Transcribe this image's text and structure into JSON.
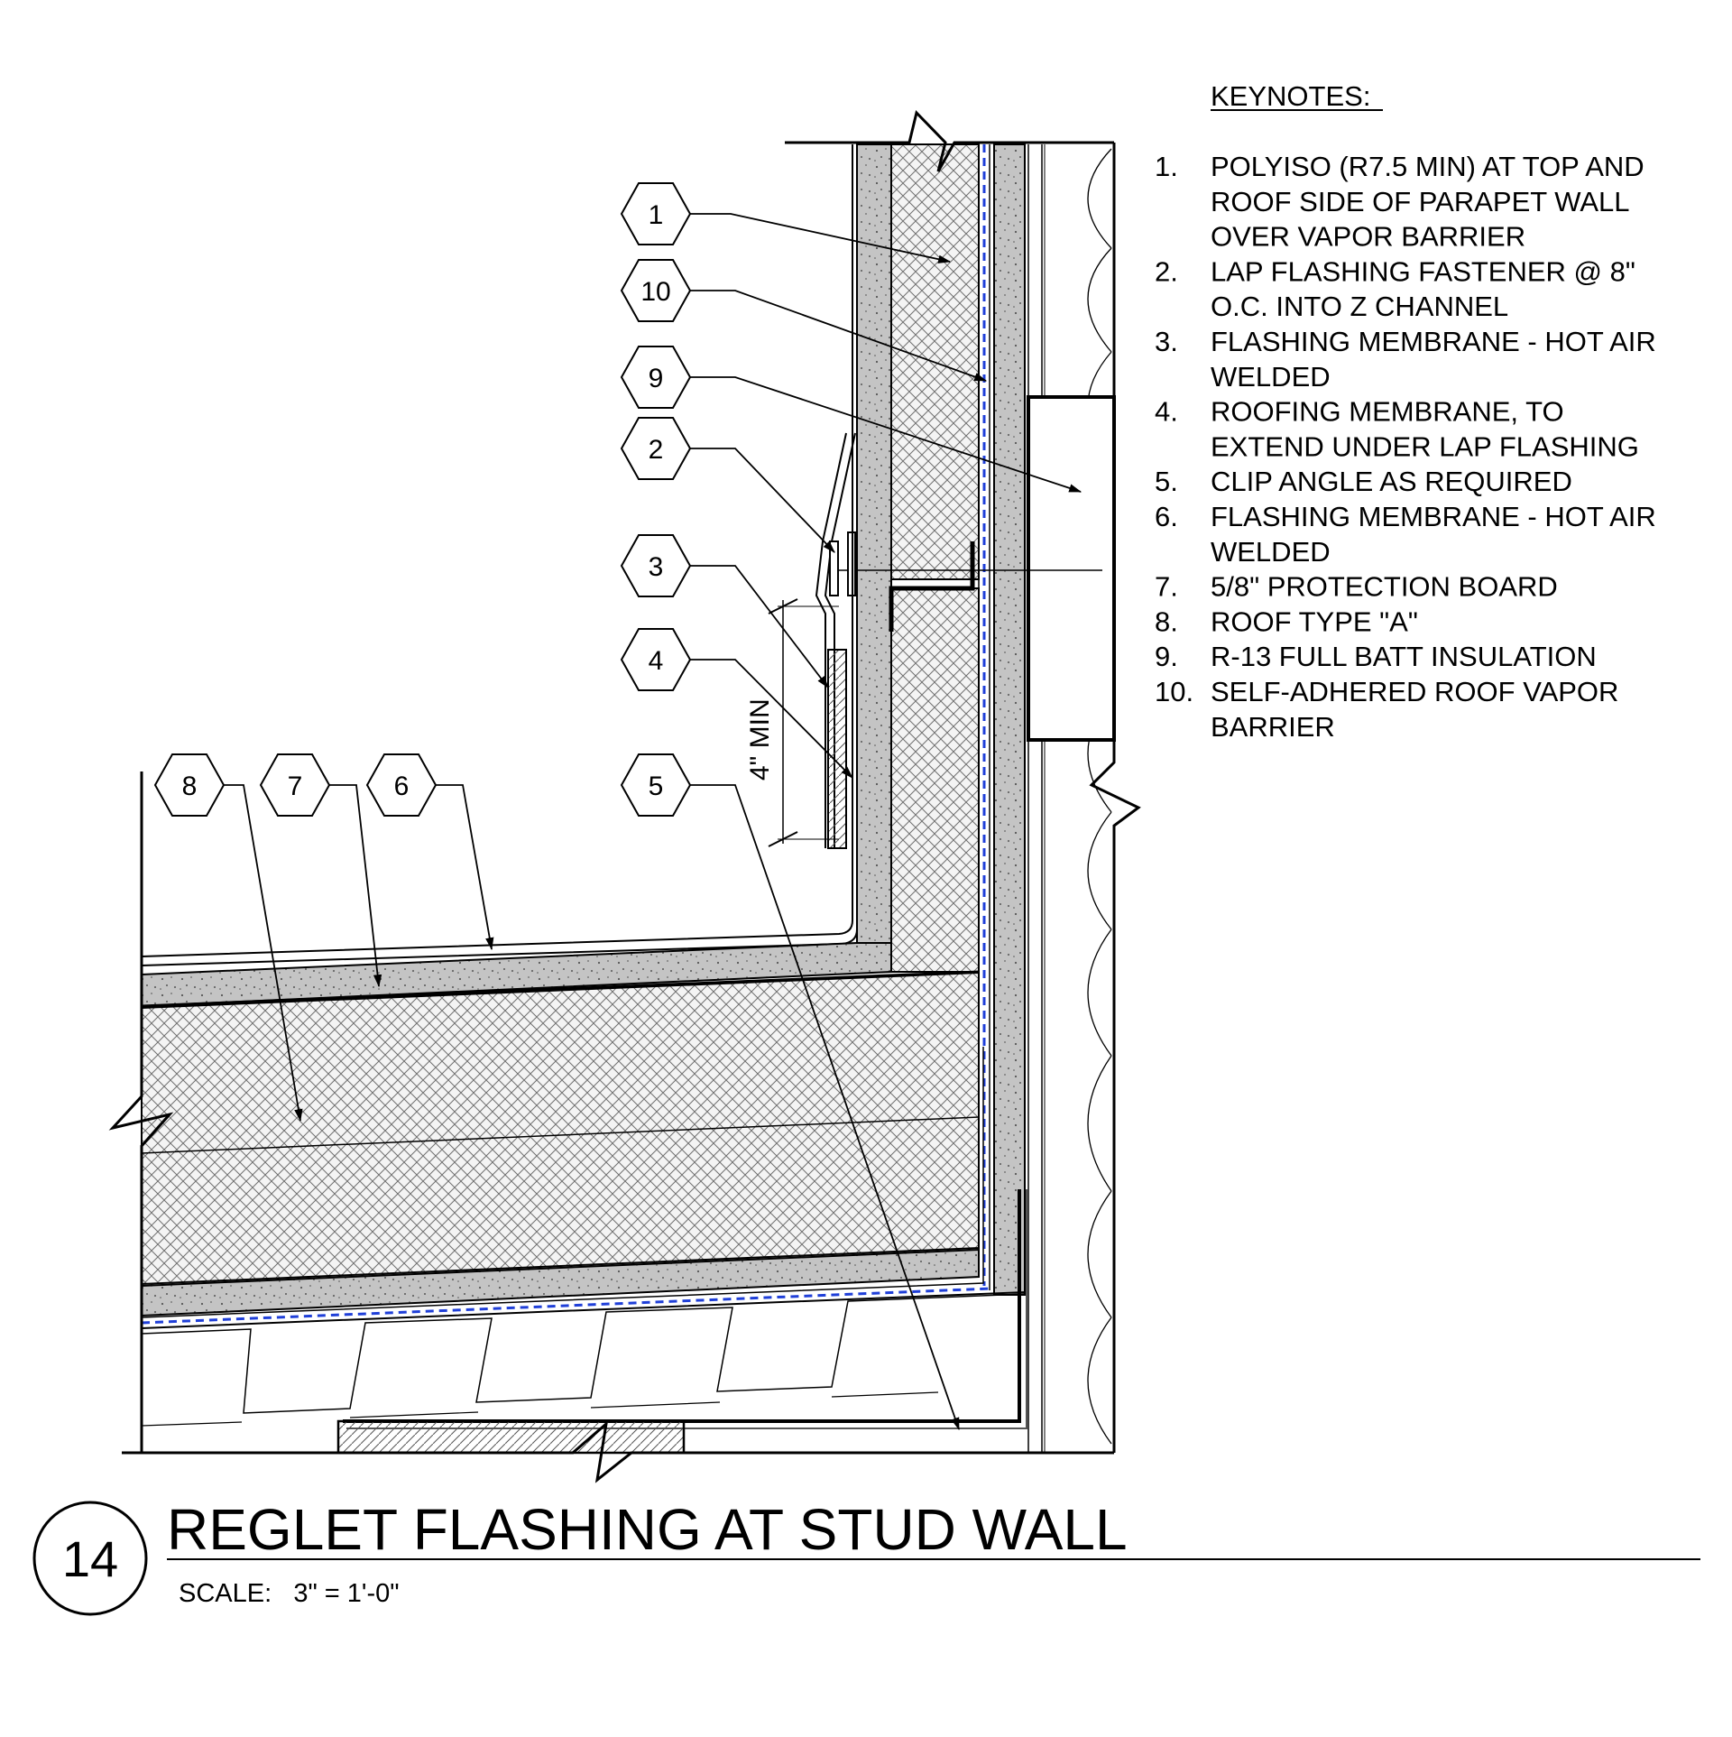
{
  "keynotes": {
    "heading": "KEYNOTES:",
    "items": [
      {
        "num": "1.",
        "lines": [
          "POLYISO (R7.5 MIN) AT TOP AND",
          "ROOF SIDE OF PARAPET WALL",
          "OVER VAPOR BARRIER"
        ]
      },
      {
        "num": "2.",
        "lines": [
          "LAP FLASHING FASTENER @ 8\"",
          "O.C. INTO Z CHANNEL"
        ]
      },
      {
        "num": "3.",
        "lines": [
          "FLASHING MEMBRANE - HOT AIR",
          "WELDED"
        ]
      },
      {
        "num": "4.",
        "lines": [
          "ROOFING MEMBRANE, TO",
          "EXTEND UNDER LAP FLASHING"
        ]
      },
      {
        "num": "5.",
        "lines": [
          "CLIP ANGLE AS REQUIRED"
        ]
      },
      {
        "num": "6.",
        "lines": [
          "FLASHING MEMBRANE - HOT AIR",
          "WELDED"
        ]
      },
      {
        "num": "7.",
        "lines": [
          "5/8\" PROTECTION BOARD"
        ]
      },
      {
        "num": "8.",
        "lines": [
          "ROOF TYPE \"A\""
        ]
      },
      {
        "num": "9.",
        "lines": [
          "R-13 FULL BATT INSULATION"
        ]
      },
      {
        "num": "10.",
        "lines": [
          "SELF-ADHERED ROOF VAPOR",
          "BARRIER"
        ]
      }
    ]
  },
  "tags": [
    "1",
    "10",
    "9",
    "2",
    "3",
    "4",
    "5",
    "8",
    "7",
    "6"
  ],
  "dimension": {
    "label": "4\" MIN"
  },
  "title_block": {
    "detail_number": "14",
    "title": "REGLET FLASHING AT STUD WALL",
    "scale": "SCALE:   3\" = 1'-0\""
  },
  "colors": {
    "line": "#000000",
    "board_fill": "#c4c4c4",
    "vapor_barrier": "#1f3fd8"
  }
}
